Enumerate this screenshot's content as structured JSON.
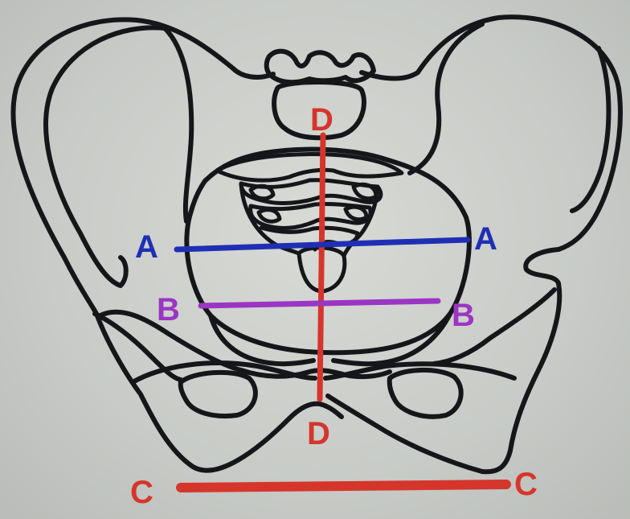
{
  "labels": {
    "a_left": "A",
    "a_right": "A",
    "b_left": "B",
    "b_right": "B",
    "c_left": "C",
    "c_right": "C",
    "d_top": "D",
    "d_bottom": "D"
  },
  "colors": {
    "outline": "#15161a",
    "line_a": "#1f2fb5",
    "line_b": "#9b35c4",
    "line_c": "#d6352c",
    "line_d": "#d6352c"
  }
}
